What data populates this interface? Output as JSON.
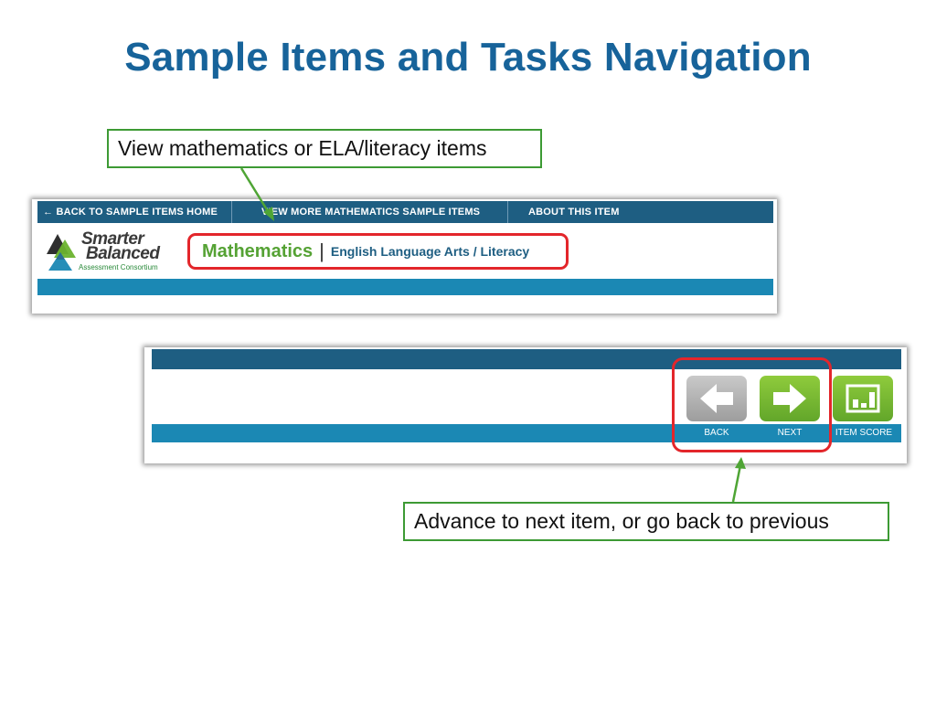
{
  "slide": {
    "title": "Sample Items and Tasks Navigation"
  },
  "callouts": {
    "top": "View mathematics or ELA/literacy items",
    "bottom": "Advance to next item, or go back to previous"
  },
  "header_nav": {
    "back_home": "← BACK TO SAMPLE ITEMS HOME",
    "view_more": "VIEW MORE MATHEMATICS SAMPLE ITEMS",
    "about": "ABOUT THIS ITEM"
  },
  "logo": {
    "line1": "Smarter",
    "line2": "Balanced",
    "line3": "Assessment Consortium"
  },
  "subjects": {
    "math": "Mathematics",
    "separator": "|",
    "ela": "English Language Arts / Literacy"
  },
  "nav_buttons": {
    "back": "BACK",
    "next": "NEXT",
    "item_score": "ITEM SCORE"
  },
  "icons": {
    "back": "arrow-left-icon",
    "next": "arrow-right-icon",
    "item_score": "bar-chart-icon"
  },
  "colors": {
    "title": "#17639a",
    "nav_bar": "#1e5e82",
    "accent_bar": "#1b88b4",
    "highlight": "#e3262b",
    "callout_border": "#3d9a34",
    "button_green": "#6bb32e",
    "button_gray": "#b0b0b0"
  }
}
